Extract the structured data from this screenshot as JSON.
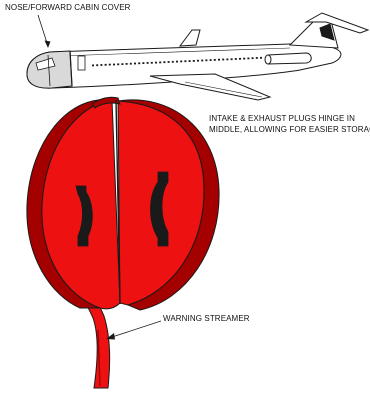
{
  "labels": {
    "nose_cover": "NOSE/FORWARD CABIN COVER",
    "intake_line1": "INTAKE & EXHAUST PLUGS HINGE IN",
    "intake_line2": "MIDDLE, ALLOWING FOR EASIER STORAGE",
    "warning_streamer": "WARNING STREAMER"
  },
  "colors": {
    "plug_red": "#ee1111",
    "plug_shadow": "#a40000",
    "outline": "#1a1a1a"
  }
}
